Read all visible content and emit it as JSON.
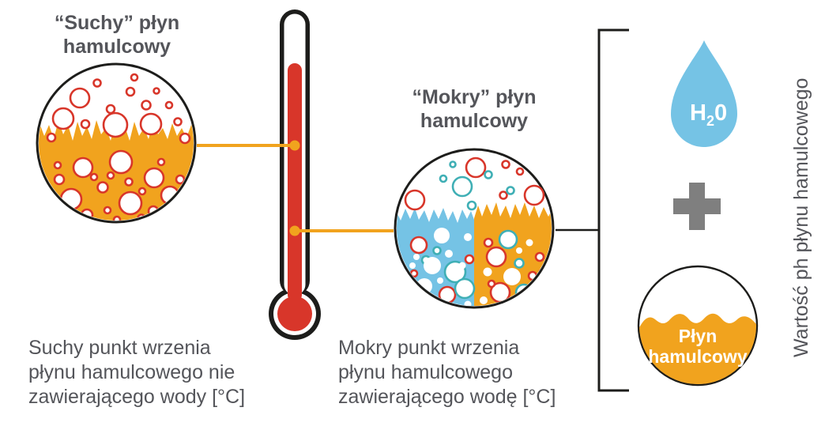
{
  "palette": {
    "orange": "#F1A31E",
    "red": "#D8362A",
    "blue": "#75C3E5",
    "teal": "#3FAFB5",
    "outline": "#1D1D1B",
    "text_gray": "#54555A",
    "plus_gray": "#7F7F7F"
  },
  "dry_section": {
    "title_lines": [
      "“Suchy” płyn",
      "hamulcowy"
    ],
    "caption_lines": [
      "Suchy punkt wrzenia",
      "płynu hamulcowego nie",
      "zawierającego wody [°C]"
    ]
  },
  "wet_section": {
    "title_lines": [
      "“Mokry” płyn",
      "hamulcowy"
    ],
    "caption_lines": [
      "Mokry punkt wrzenia",
      "płynu hamulcowego",
      "zawierającego wodę [°C]"
    ]
  },
  "result_section": {
    "water_drop": {
      "formula_h": "H",
      "formula_sub": "2",
      "formula_o": "0"
    },
    "plus_icon": "plus",
    "fluid_circle_label_lines": [
      "Płyn",
      "hamulcowy"
    ],
    "axis_label": "Wartość ph płynu hamulcowego"
  }
}
